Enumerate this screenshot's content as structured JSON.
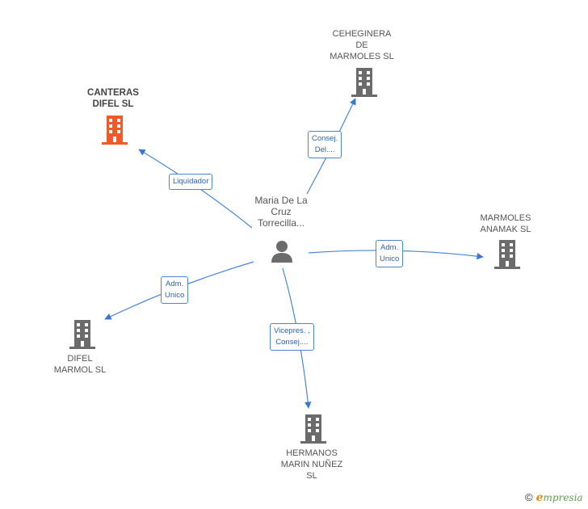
{
  "center": {
    "name_line1": "Maria De La",
    "name_line2": "Cruz",
    "name_line3": "Torrecilla..."
  },
  "companies": {
    "canteras": {
      "line1": "CANTERAS",
      "line2": "DIFEL SL",
      "color": "#f05a28"
    },
    "cheheginera": {
      "line1": "CEHEGINERA",
      "line2": "DE",
      "line3": "MARMOLES  SL",
      "color": "#6b6b6b"
    },
    "anamak": {
      "line1": "MARMOLES",
      "line2": "ANAMAK SL",
      "color": "#6b6b6b"
    },
    "difel_marmol": {
      "line1": "DIFEL",
      "line2": "MARMOL SL",
      "color": "#6b6b6b"
    },
    "hermanos": {
      "line1": "HERMANOS",
      "line2": "MARIN NUÑEZ",
      "line3": "SL",
      "color": "#6b6b6b"
    }
  },
  "relations": {
    "liquidador": {
      "line1": "Liquidador"
    },
    "consej": {
      "line1": "Consej.",
      "line2": "Del...."
    },
    "adm_anamak": {
      "line1": "Adm.",
      "line2": "Unico"
    },
    "adm_difel": {
      "line1": "Adm.",
      "line2": "Unico"
    },
    "vicepres": {
      "line1": "Vicepres. ,",
      "line2": "Consej...."
    }
  },
  "colors": {
    "edge": "#4a86d6",
    "person": "#6b6b6b"
  },
  "brand": {
    "copyright": "©",
    "e": "e",
    "rest": "mpresia"
  }
}
